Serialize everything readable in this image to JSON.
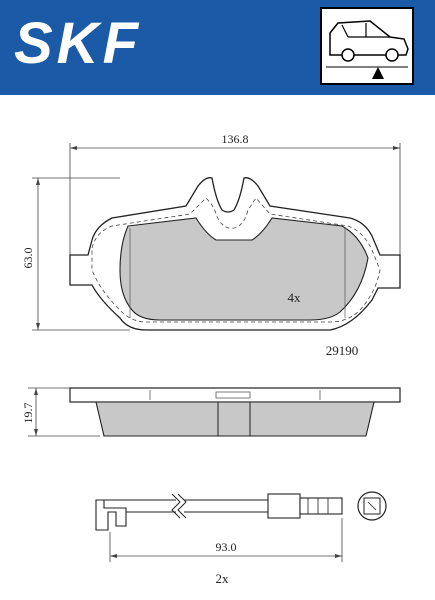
{
  "header": {
    "brand": "SKF",
    "background_color": "#1a5aa6",
    "icon": "rear-axle-car-icon"
  },
  "pad_view": {
    "width_dim": "136.8",
    "height_dim": "63.0",
    "quantity": "4x",
    "part_number": "29190",
    "fill_color": "#c8c8c8"
  },
  "side_view": {
    "thickness_dim": "19.7"
  },
  "sensor": {
    "length_dim": "93.0",
    "quantity": "2x"
  }
}
